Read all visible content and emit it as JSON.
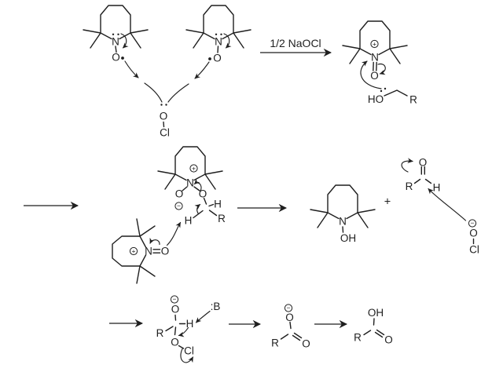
{
  "figure": {
    "kind": "reaction-mechanism-scheme",
    "background": "#ffffff",
    "ink": "#1f1f1f"
  },
  "atoms": {
    "N": "N",
    "O": "O",
    "Cl": "Cl",
    "H": "H",
    "R": "R",
    "HO": "HO",
    "OH": "OH"
  },
  "labels": {
    "reagent": "1/2 NaOCl",
    "plus": "+",
    "base": ":B",
    "charge_plus": "+",
    "charge_minus": "−"
  }
}
